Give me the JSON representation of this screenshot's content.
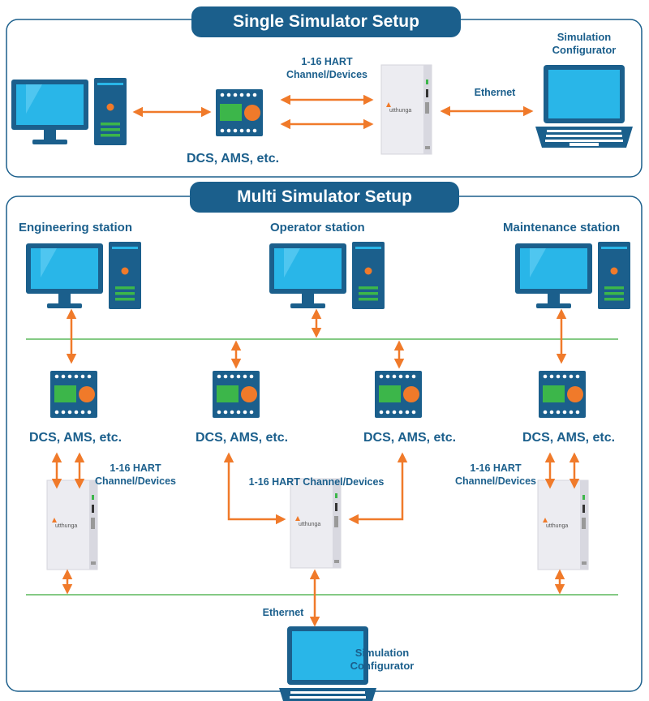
{
  "single": {
    "title": "Single Simulator Setup",
    "hart_label_line1": "1-16 HART",
    "hart_label_line2": "Channel/Devices",
    "ethernet_label": "Ethernet",
    "configurator_line1": "Simulation",
    "configurator_line2": "Configurator",
    "dcs_label": "DCS, AMS, etc."
  },
  "multi": {
    "title": "Multi Simulator Setup",
    "stations": [
      "Engineering station",
      "Operator station",
      "Maintenance station"
    ],
    "dcs_labels": [
      "DCS, AMS, etc.",
      "DCS, AMS, etc.",
      "DCS, AMS, etc.",
      "DCS, AMS, etc."
    ],
    "hart_left_line1": "1-16 HART",
    "hart_left_line2": "Channel/Devices",
    "hart_center": "1-16 HART Channel/Devices",
    "hart_right_line1": "1-16 HART",
    "hart_right_line2": "Channel/Devices",
    "ethernet_label": "Ethernet",
    "configurator_line1": "Simulation",
    "configurator_line2": "Configurator"
  },
  "device_brand": "utthunga",
  "colors": {
    "frame": "#1b5f8c",
    "arrow": "#f07a2a",
    "network_line": "#5cb85c",
    "screen": "#29b6e8",
    "controller_green": "#3cb64a",
    "controller_orange": "#f07a2a"
  }
}
